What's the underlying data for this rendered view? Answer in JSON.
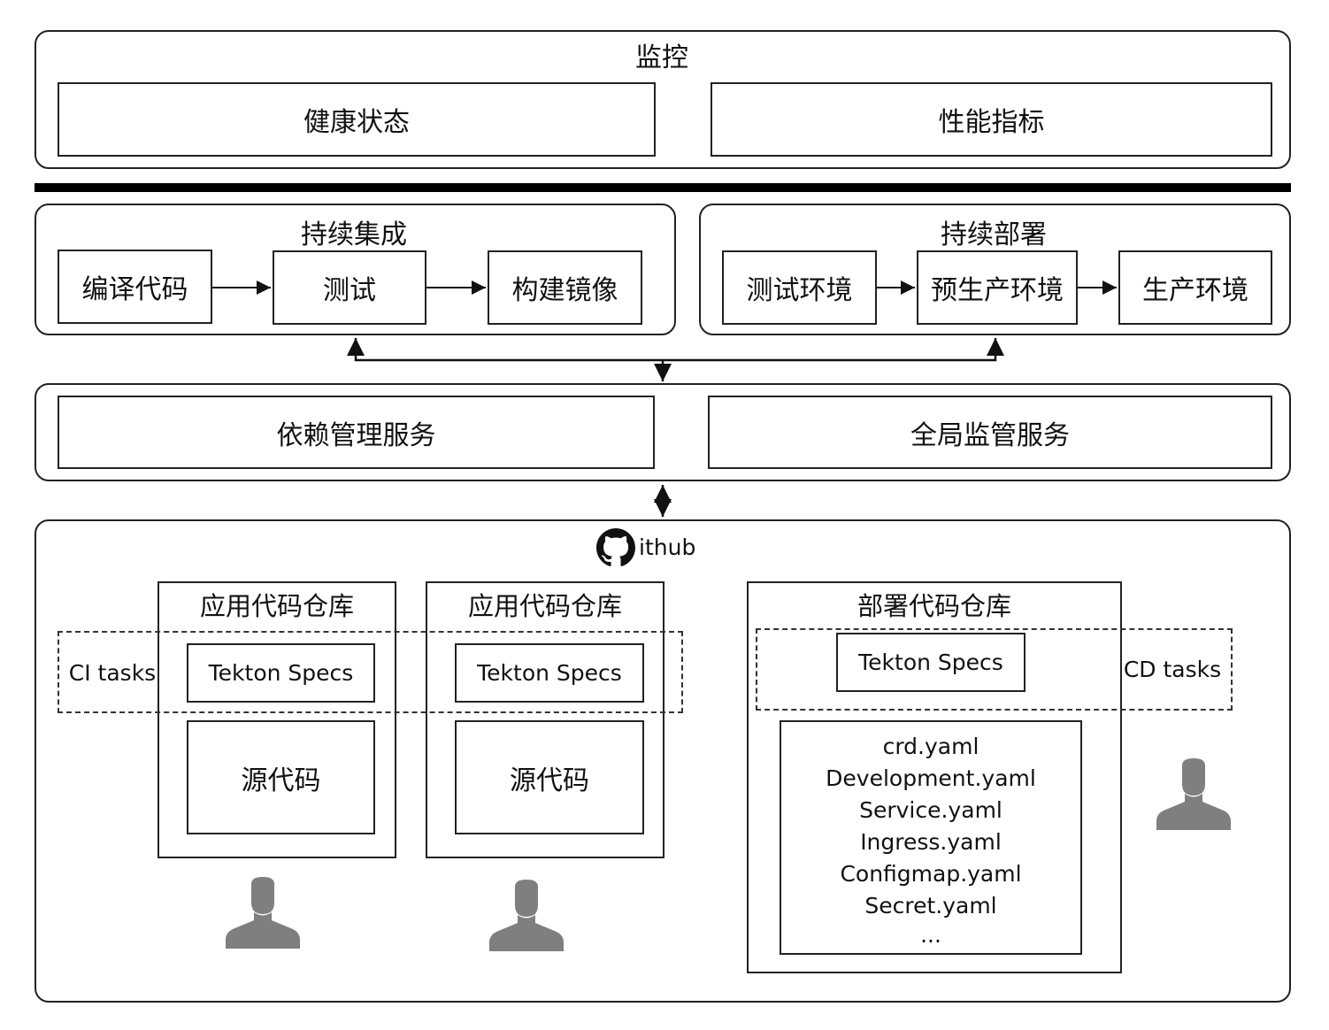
{
  "monitoring": {
    "title": "监控",
    "left": "健康状态",
    "right": "性能指标"
  },
  "ci": {
    "title": "持续集成",
    "steps": [
      "编译代码",
      "测试",
      "构建镜像"
    ]
  },
  "cd": {
    "title": "持续部署",
    "steps": [
      "测试环境",
      "预生产环境",
      "生产环境"
    ]
  },
  "services": {
    "left": "依赖管理服务",
    "right": "全局监管服务"
  },
  "github": {
    "label": "ithub",
    "icon": "github-icon",
    "app_repos": [
      {
        "title": "应用代码仓库",
        "specs": "Tekton Specs",
        "source": "源代码"
      },
      {
        "title": "应用代码仓库",
        "specs": "Tekton Specs",
        "source": "源代码"
      }
    ],
    "deploy_repo": {
      "title": "部署代码仓库",
      "specs": "Tekton Specs",
      "files": [
        "crd.yaml",
        "Development.yaml",
        "Service.yaml",
        "Ingress.yaml",
        "Configmap.yaml",
        "Secret.yaml",
        "..."
      ]
    },
    "ci_tasks_label": "CI tasks",
    "cd_tasks_label": "CD tasks",
    "user_icon": "user-icon"
  },
  "colors": {
    "stroke": "#222222",
    "user": "#7f7f7f",
    "divider": "#000000"
  }
}
